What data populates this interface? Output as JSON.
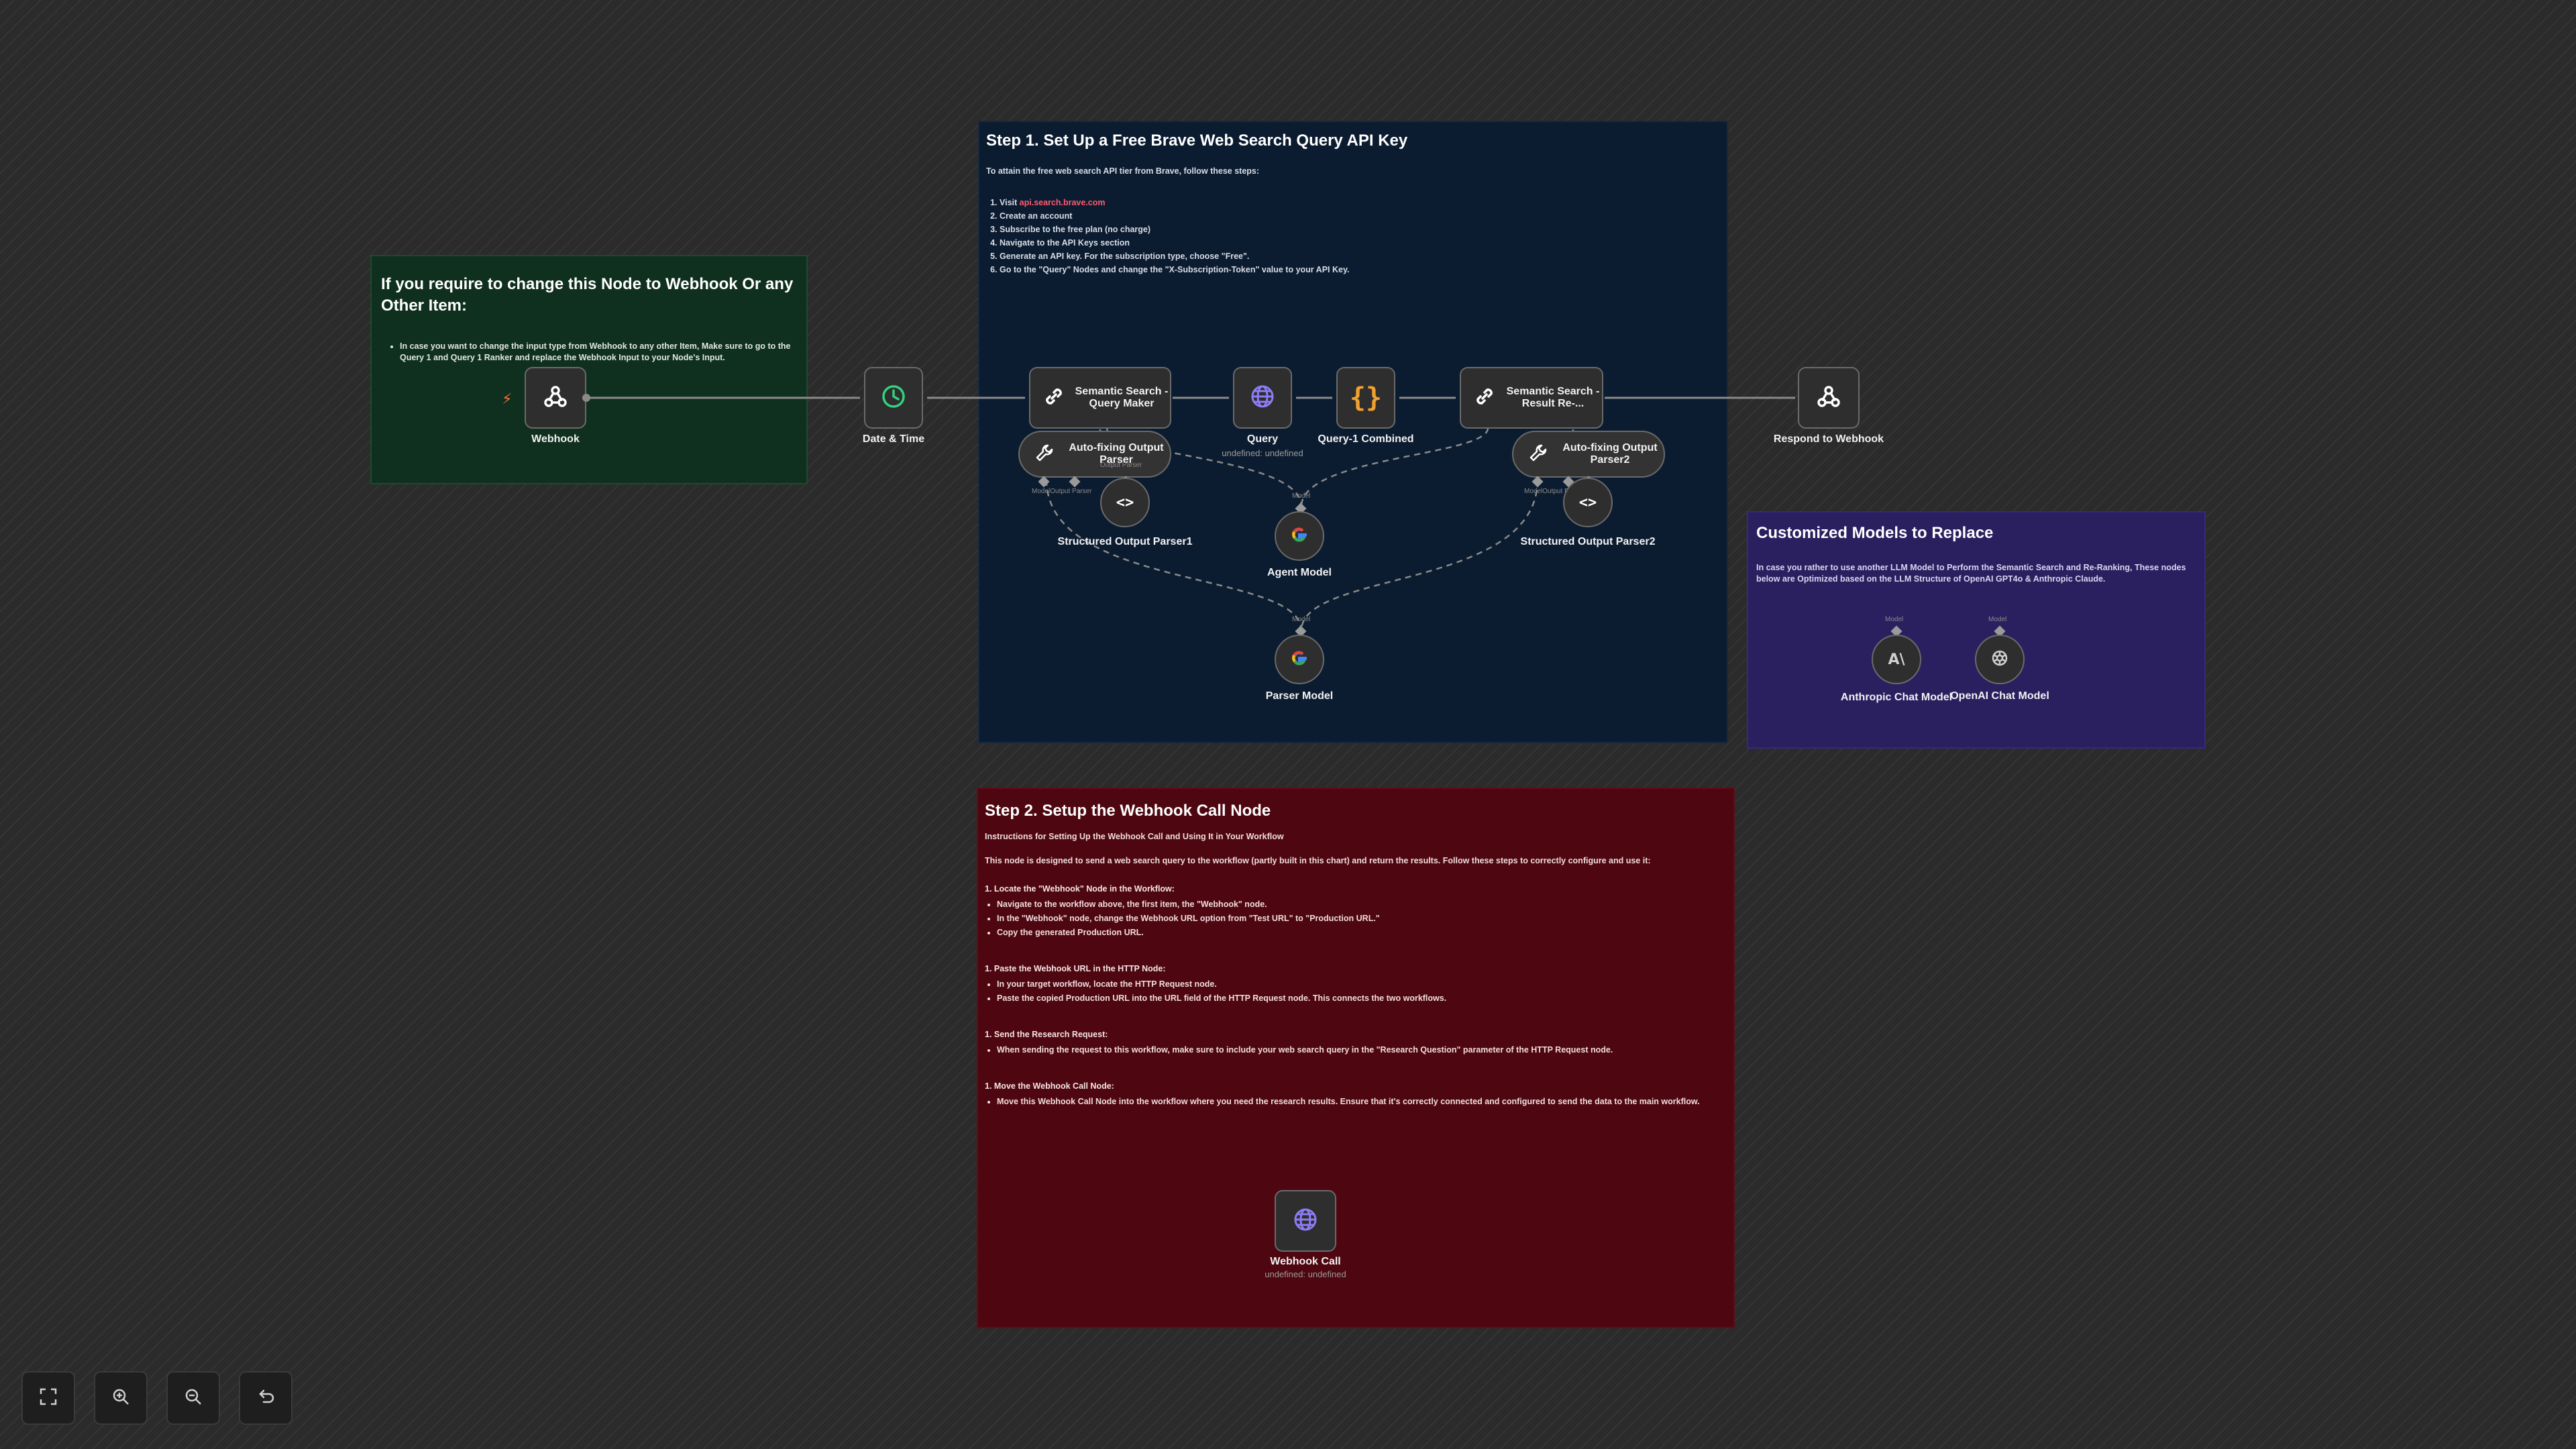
{
  "notes": {
    "green": {
      "title": "If you require to change this Node to Webhook Or any Other Item:",
      "bullet": "In case you want to change the input type from Webhook to any other Item, Make sure to go to the Query 1 and Query 1 Ranker and replace the Webhook Input to your Node's Input."
    },
    "blue": {
      "title": "Step 1. Set Up a Free Brave Web Search Query API Key",
      "intro": "To attain the free web search API tier from Brave, follow these steps:",
      "step1_prefix": "Visit ",
      "step1_link": "api.search.brave.com",
      "steps": [
        "Create an account",
        "Subscribe to the free plan (no charge)",
        "Navigate to the API Keys section",
        "Generate an API key. For the subscription type, choose \"Free\".",
        "Go to the \"Query\" Nodes and change the \"X-Subscription-Token\" value to your API Key."
      ]
    },
    "purple": {
      "title": "Customized Models to Replace",
      "text": "In case you rather to use another LLM Model to Perform the Semantic Search and Re-Ranking, These nodes below are Optimized based on the LLM Structure of OpenAI GPT4o & Anthropic Claude."
    },
    "red": {
      "title": "Step 2. Setup the Webhook Call Node",
      "subtitle": "Instructions for Setting Up the Webhook Call and Using It in Your Workflow",
      "desc": "This node is designed to send a web search query to the workflow (partly built in this chart) and return the results. Follow these steps to correctly configure and use it:",
      "sections": [
        {
          "title": "1. Locate the \"Webhook\" Node in the Workflow:",
          "items": [
            "Navigate to the workflow above, the first item, the \"Webhook\" node.",
            "In the \"Webhook\" node, change the Webhook URL option from \"Test URL\" to \"Production URL.\"",
            "Copy the generated Production URL."
          ]
        },
        {
          "title": "1. Paste the Webhook URL in the HTTP Node:",
          "items": [
            "In your target workflow, locate the HTTP Request node.",
            "Paste the copied Production URL into the URL field of the HTTP Request node. This connects the two workflows."
          ]
        },
        {
          "title": "1. Send the Research Request:",
          "items": [
            "When sending the request to this workflow, make sure to include your web search query in the \"Research Question\" parameter of the HTTP Request node."
          ]
        },
        {
          "title": "1. Move the Webhook Call Node:",
          "items": [
            "Move this Webhook Call Node into the workflow where you need the research results. Ensure that it's correctly connected and configured to send the data to the main workflow."
          ]
        }
      ]
    }
  },
  "nodes": {
    "webhook": "Webhook",
    "date_time": "Date & Time",
    "semantic_query_maker": "Semantic Search -Query Maker",
    "query": "Query",
    "query_sub": "undefined: undefined",
    "query_combined": "Query-1 Combined",
    "semantic_reranker": "Semantic Search - Result Re-...",
    "respond": "Respond to Webhook",
    "autofix1": "Auto-fixing Output Parser",
    "autofix2": "Auto-fixing Output Parser2",
    "struct1": "Structured Output Parser1",
    "struct2": "Structured Output Parser2",
    "agent_model": "Agent Model",
    "parser_model": "Parser Model",
    "anthropic": "Anthropic Chat Model",
    "openai": "OpenAI Chat Model",
    "webhook_call": "Webhook Call",
    "webhook_call_sub": "undefined: undefined"
  },
  "ports": {
    "model": "Model",
    "output_parser": "Output Parser",
    "model_output_parser": "ModelOutput Parser"
  },
  "colors": {
    "canvas_bg": "#2b2b2b",
    "note_green": "#10301f",
    "note_blue": "#0c1c30",
    "note_purple": "#2a2060",
    "note_red": "#4e0710",
    "link": "#ff5a6e",
    "trigger": "#ff6d3a",
    "code_braces": "#f0a030"
  },
  "icons": {
    "webhook": "webhook-icon",
    "date_time": "clock-icon",
    "semantic": "link-icon",
    "query": "globe-icon",
    "combined": "braces-icon",
    "respond": "webhook-icon",
    "autofix": "wrench-icon",
    "struct": "code-icon",
    "model": "google-icon",
    "anthropic": "anthropic-icon",
    "openai": "openai-icon",
    "controls": [
      "fit-view-icon",
      "zoom-in-icon",
      "zoom-out-icon",
      "undo-icon"
    ]
  }
}
